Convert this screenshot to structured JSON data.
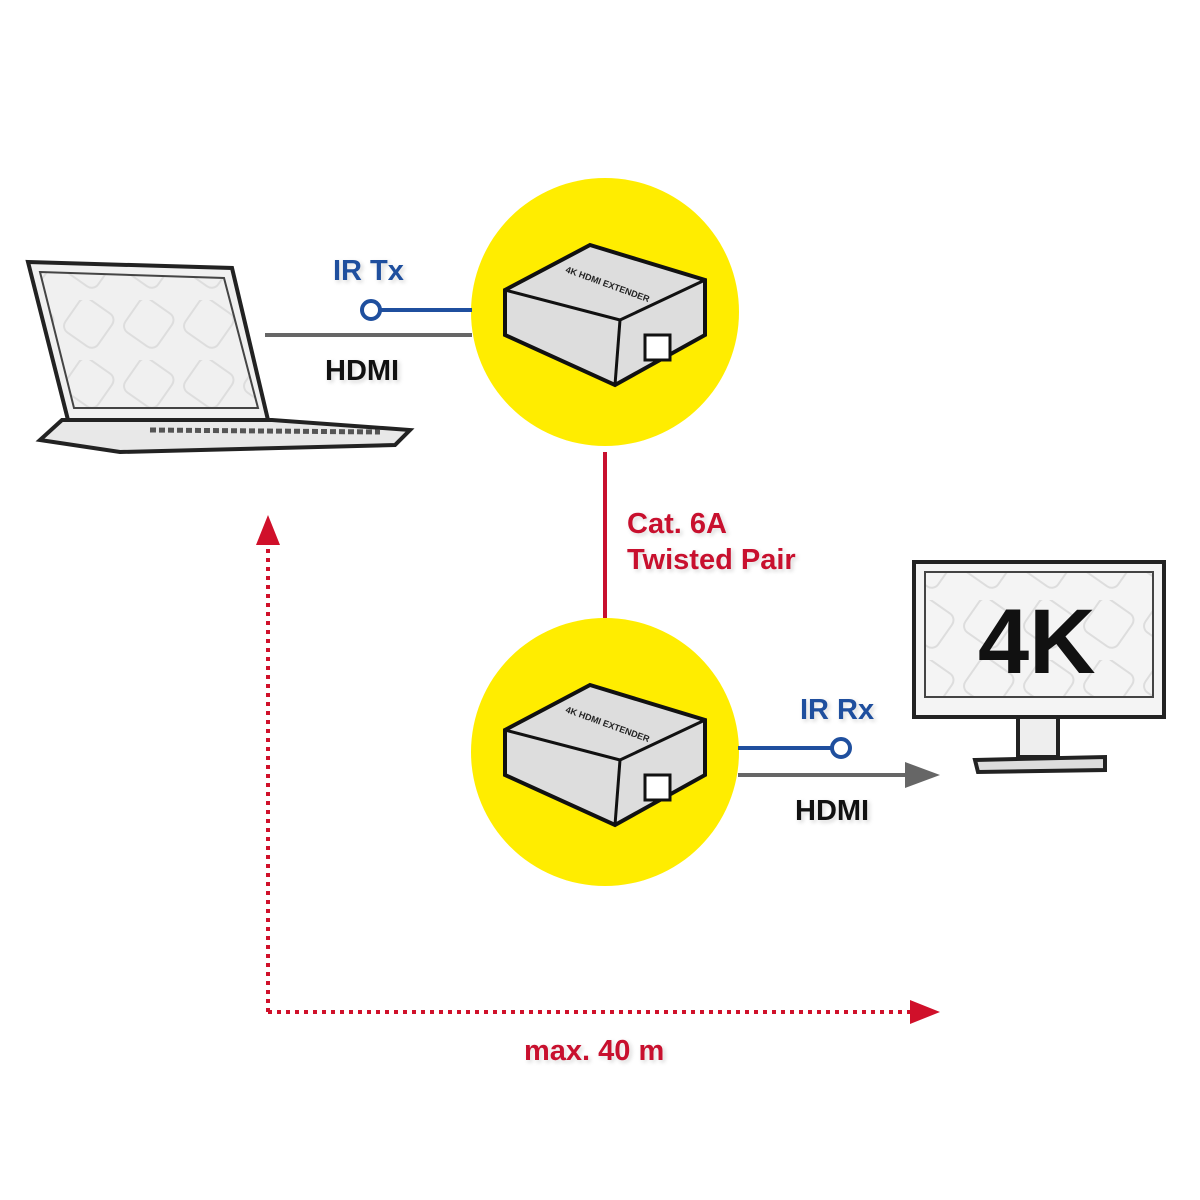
{
  "labels": {
    "ir_tx": "IR Tx",
    "hdmi_in": "HDMI",
    "cable_line1": "Cat. 6A",
    "cable_line2": "Twisted Pair",
    "ir_rx": "IR Rx",
    "hdmi_out": "HDMI",
    "distance": "max. 40 m",
    "monitor_resolution": "4K"
  },
  "device_label": "4K HDMI EXTENDER",
  "colors": {
    "circle": "#FFED00",
    "ir_line": "#1f4f9e",
    "cable_line": "#c8102e",
    "hdmi_line": "#666666",
    "distance_arrow": "#d0102a"
  },
  "icons": [
    "laptop",
    "hdmi-extender-transmitter",
    "hdmi-extender-receiver",
    "monitor"
  ]
}
